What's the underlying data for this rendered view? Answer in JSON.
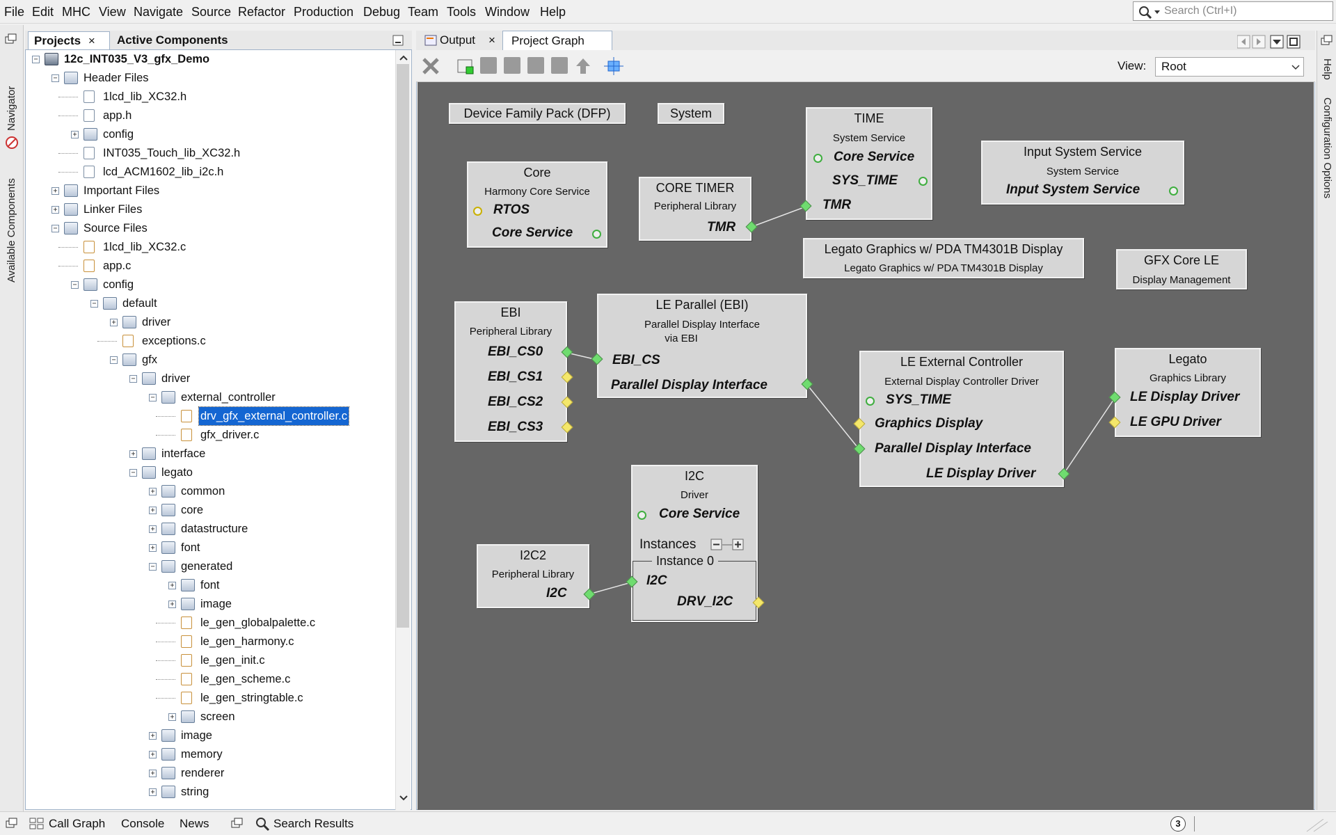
{
  "menu": [
    "File",
    "Edit",
    "MHC",
    "View",
    "Navigate",
    "Source",
    "Refactor",
    "Production",
    "Debug",
    "Team",
    "Tools",
    "Window",
    "Help"
  ],
  "search": {
    "placeholder": "Search (Ctrl+I)"
  },
  "left_strip": {
    "navigator": "Navigator",
    "available_components": "Available Components"
  },
  "projects_panel": {
    "tabs": [
      "Projects",
      "Active Components"
    ],
    "tab_close": "×",
    "tree": [
      {
        "label": "12c_INT035_V3_gfx_Demo",
        "depth": 0,
        "type": "proj",
        "toggle": "-",
        "bold": true
      },
      {
        "label": "Header Files",
        "depth": 1,
        "type": "folder",
        "toggle": "-"
      },
      {
        "label": "1lcd_lib_XC32.h",
        "depth": 2,
        "type": "file",
        "toggle": ""
      },
      {
        "label": "app.h",
        "depth": 2,
        "type": "file",
        "toggle": ""
      },
      {
        "label": "config",
        "depth": 2,
        "type": "folder",
        "toggle": "+"
      },
      {
        "label": "INT035_Touch_lib_XC32.h",
        "depth": 2,
        "type": "file",
        "toggle": ""
      },
      {
        "label": "lcd_ACM1602_lib_i2c.h",
        "depth": 2,
        "type": "file",
        "toggle": ""
      },
      {
        "label": "Important Files",
        "depth": 1,
        "type": "folder",
        "toggle": "+"
      },
      {
        "label": "Linker Files",
        "depth": 1,
        "type": "folder",
        "toggle": "+"
      },
      {
        "label": "Source Files",
        "depth": 1,
        "type": "folder",
        "toggle": "-"
      },
      {
        "label": "1lcd_lib_XC32.c",
        "depth": 2,
        "type": "cfile",
        "toggle": ""
      },
      {
        "label": "app.c",
        "depth": 2,
        "type": "cfile",
        "toggle": ""
      },
      {
        "label": "config",
        "depth": 2,
        "type": "folder",
        "toggle": "-"
      },
      {
        "label": "default",
        "depth": 3,
        "type": "folder",
        "toggle": "-"
      },
      {
        "label": "driver",
        "depth": 4,
        "type": "folder",
        "toggle": "+"
      },
      {
        "label": "exceptions.c",
        "depth": 4,
        "type": "cfile",
        "toggle": ""
      },
      {
        "label": "gfx",
        "depth": 4,
        "type": "folder",
        "toggle": "-"
      },
      {
        "label": "driver",
        "depth": 5,
        "type": "folder",
        "toggle": "-"
      },
      {
        "label": "external_controller",
        "depth": 6,
        "type": "folder",
        "toggle": "-"
      },
      {
        "label": "drv_gfx_external_controller.c",
        "depth": 7,
        "type": "cfile",
        "toggle": "",
        "selected": true
      },
      {
        "label": "gfx_driver.c",
        "depth": 7,
        "type": "cfile",
        "toggle": ""
      },
      {
        "label": "interface",
        "depth": 5,
        "type": "folder",
        "toggle": "+"
      },
      {
        "label": "legato",
        "depth": 5,
        "type": "folder",
        "toggle": "-"
      },
      {
        "label": "common",
        "depth": 6,
        "type": "folder",
        "toggle": "+"
      },
      {
        "label": "core",
        "depth": 6,
        "type": "folder",
        "toggle": "+"
      },
      {
        "label": "datastructure",
        "depth": 6,
        "type": "folder",
        "toggle": "+"
      },
      {
        "label": "font",
        "depth": 6,
        "type": "folder",
        "toggle": "+"
      },
      {
        "label": "generated",
        "depth": 6,
        "type": "folder",
        "toggle": "-"
      },
      {
        "label": "font",
        "depth": 7,
        "type": "folder",
        "toggle": "+"
      },
      {
        "label": "image",
        "depth": 7,
        "type": "folder",
        "toggle": "+"
      },
      {
        "label": "le_gen_globalpalette.c",
        "depth": 7,
        "type": "cfile",
        "toggle": ""
      },
      {
        "label": "le_gen_harmony.c",
        "depth": 7,
        "type": "cfile",
        "toggle": ""
      },
      {
        "label": "le_gen_init.c",
        "depth": 7,
        "type": "cfile",
        "toggle": ""
      },
      {
        "label": "le_gen_scheme.c",
        "depth": 7,
        "type": "cfile",
        "toggle": ""
      },
      {
        "label": "le_gen_stringtable.c",
        "depth": 7,
        "type": "cfile",
        "toggle": ""
      },
      {
        "label": "screen",
        "depth": 7,
        "type": "folder",
        "toggle": "+"
      },
      {
        "label": "image",
        "depth": 6,
        "type": "folder",
        "toggle": "+"
      },
      {
        "label": "memory",
        "depth": 6,
        "type": "folder",
        "toggle": "+"
      },
      {
        "label": "renderer",
        "depth": 6,
        "type": "folder",
        "toggle": "+"
      },
      {
        "label": "string",
        "depth": 6,
        "type": "folder",
        "toggle": "+"
      }
    ]
  },
  "editor": {
    "tabs": [
      "Output",
      "Project Graph"
    ],
    "tab_close": "×",
    "view_label": "View:",
    "view_value": "Root"
  },
  "graph": {
    "buttons": {
      "dfp": "Device Family Pack (DFP)",
      "system": "System"
    },
    "core": {
      "title": "Core",
      "subtitle": "Harmony Core Service",
      "p1": "RTOS",
      "p2": "Core Service"
    },
    "core_timer": {
      "title": "CORE TIMER",
      "subtitle": "Peripheral Library",
      "p1": "TMR"
    },
    "time": {
      "title": "TIME",
      "subtitle": "System Service",
      "p1": "Core Service",
      "p2": "SYS_TIME",
      "p3": "TMR"
    },
    "input": {
      "title": "Input System Service",
      "subtitle": "System Service",
      "p1": "Input System Service"
    },
    "legato_pda": {
      "title": "Legato Graphics w/ PDA TM4301B Display",
      "subtitle": "Legato Graphics w/ PDA TM4301B Display"
    },
    "gfx_core": {
      "title": "GFX Core LE",
      "subtitle": "Display Management"
    },
    "ebi": {
      "title": "EBI",
      "subtitle": "Peripheral Library",
      "p1": "EBI_CS0",
      "p2": "EBI_CS1",
      "p3": "EBI_CS2",
      "p4": "EBI_CS3"
    },
    "le_parallel": {
      "title": "LE Parallel (EBI)",
      "subtitle1": "Parallel Display Interface",
      "subtitle2": "via EBI",
      "p1": "EBI_CS",
      "p2": "Parallel Display Interface"
    },
    "le_ext": {
      "title": "LE External Controller",
      "subtitle": "External Display Controller Driver",
      "p1": "SYS_TIME",
      "p2": "Graphics Display",
      "p3": "Parallel Display Interface",
      "p4": "LE Display Driver"
    },
    "legato": {
      "title": "Legato",
      "subtitle": "Graphics Library",
      "p1": "LE Display Driver",
      "p2": "LE GPU Driver"
    },
    "i2c": {
      "title": "I2C",
      "subtitle": "Driver",
      "p1": "Core Service",
      "instances": "Instances",
      "instance0": "Instance 0",
      "p2": "I2C",
      "p3": "DRV_I2C"
    },
    "i2c2": {
      "title": "I2C2",
      "subtitle": "Peripheral Library",
      "p1": "I2C"
    }
  },
  "right_strip": {
    "help": "Help",
    "config": "Configuration Options"
  },
  "status": {
    "call_graph": "Call Graph",
    "console": "Console",
    "news": "News",
    "search_results": "Search Results",
    "notifications": "3"
  },
  "colors": {
    "canvas": "#666666",
    "node": "#d6d6d6",
    "port_green": "#6fdc6f",
    "port_yellow": "#f4e76a",
    "selection": "#1466d2"
  }
}
